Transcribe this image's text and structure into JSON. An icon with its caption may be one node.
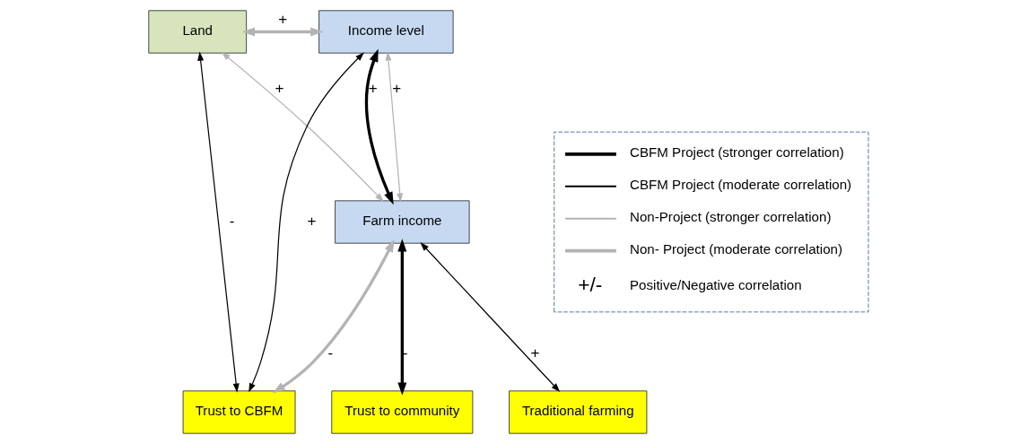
{
  "diagram": {
    "nodes": [
      {
        "text": [
          "Land"
        ]
      },
      {
        "text": [
          "Income level"
        ]
      },
      {
        "text": [
          "Farm income"
        ]
      },
      {
        "text": [
          "Trust to CBFM"
        ]
      },
      {
        "text": [
          "Trust to community"
        ]
      },
      {
        "text": [
          "Traditional farming"
        ]
      }
    ],
    "edges": [
      {
        "from": 0,
        "to": 1,
        "arrow": "both",
        "label": "+",
        "style": "thick",
        "color": "#b3b3b3"
      },
      {
        "from": 0,
        "to": 3,
        "arrow": "both",
        "label": "-"
      },
      {
        "from": 0,
        "to": 2,
        "arrow": "both",
        "label": "+",
        "color": "#b3b3b3"
      },
      {
        "from": 1,
        "to": 3,
        "arrow": "both",
        "label": "+"
      },
      {
        "from": 1,
        "to": 2,
        "arrow": "both",
        "label": "+",
        "style": "thick"
      },
      {
        "from": 1,
        "to": 2,
        "arrow": "both",
        "label": "+",
        "color": "#b3b3b3"
      },
      {
        "from": 2,
        "to": 3,
        "arrow": "both",
        "label": "-",
        "style": "thick",
        "color": "#b3b3b3"
      },
      {
        "from": 2,
        "to": 4,
        "arrow": "both",
        "label": "-",
        "style": "thick"
      },
      {
        "from": 2,
        "to": 5,
        "arrow": "both",
        "label": "+"
      }
    ],
    "labels": [
      "+/-"
    ],
    "legend": [
      {
        "text": "CBFM Project (stronger correlation)"
      },
      {
        "text": "CBFM Project (moderate correlation)"
      },
      {
        "text": "Non-Project (stronger correlation)"
      },
      {
        "text": "Non- Project (moderate correlation)"
      },
      {
        "text": "Positive/Negative correlation"
      }
    ]
  }
}
